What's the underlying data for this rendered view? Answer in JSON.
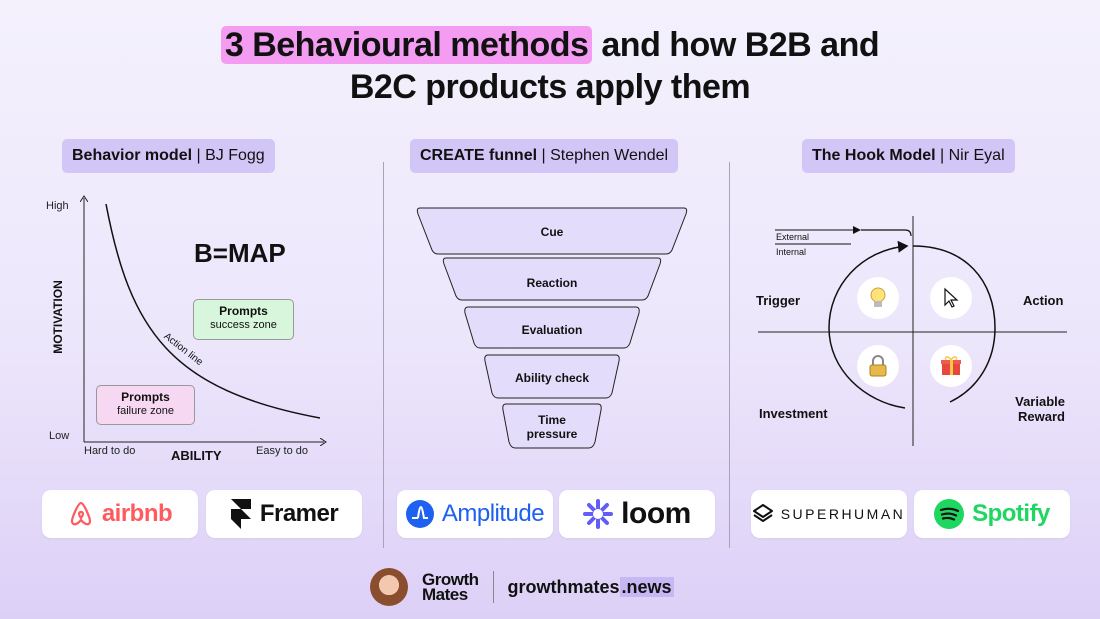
{
  "title": {
    "highlight": "3 Behavioural methods",
    "rest_line1": " and how B2B and",
    "line2": "B2C products apply them"
  },
  "sections": {
    "fogg": {
      "label_bold": "Behavior model",
      "label_rest": " | BJ Fogg",
      "high": "High",
      "low": "Low",
      "y_axis": "MOTIVATION",
      "x_axis": "ABILITY",
      "hard": "Hard to do",
      "easy": "Easy to do",
      "formula": "B=MAP",
      "action_line": "Action line",
      "prompts_success_title": "Prompts",
      "prompts_success_sub": "success zone",
      "prompts_failure_title": "Prompts",
      "prompts_failure_sub": "failure zone",
      "logos": [
        "airbnb",
        "Framer"
      ]
    },
    "create": {
      "label_bold": "CREATE funnel",
      "label_rest": " | Stephen Wendel",
      "stages": [
        "Cue",
        "Reaction",
        "Evaluation",
        "Ability check",
        "Time pressure"
      ],
      "logos": [
        "Amplitude",
        "loom"
      ]
    },
    "hook": {
      "label_bold": "The Hook Model",
      "label_rest": " | Nir Eyal",
      "external": "External",
      "internal": "Internal",
      "trigger": "Trigger",
      "action": "Action",
      "investment": "Investment",
      "variable_reward_1": "Variable",
      "variable_reward_2": "Reward",
      "icons": [
        "lightbulb-icon",
        "cursor-icon",
        "lock-icon",
        "gift-icon"
      ],
      "logos": [
        "SUPERHUMAN",
        "Spotify"
      ]
    }
  },
  "footer": {
    "brand_1": "Growth",
    "brand_2": "Mates",
    "site_main": "growthmates",
    "site_tld": ".news"
  },
  "colors": {
    "highlight": "#f39cf2",
    "pill": "#d2c6f6",
    "funnel": "#e3dcfb",
    "airbnb": "#ff5a5f",
    "amplitude": "#1e61f0",
    "loom": "#625df5",
    "spotify": "#1ed760"
  }
}
